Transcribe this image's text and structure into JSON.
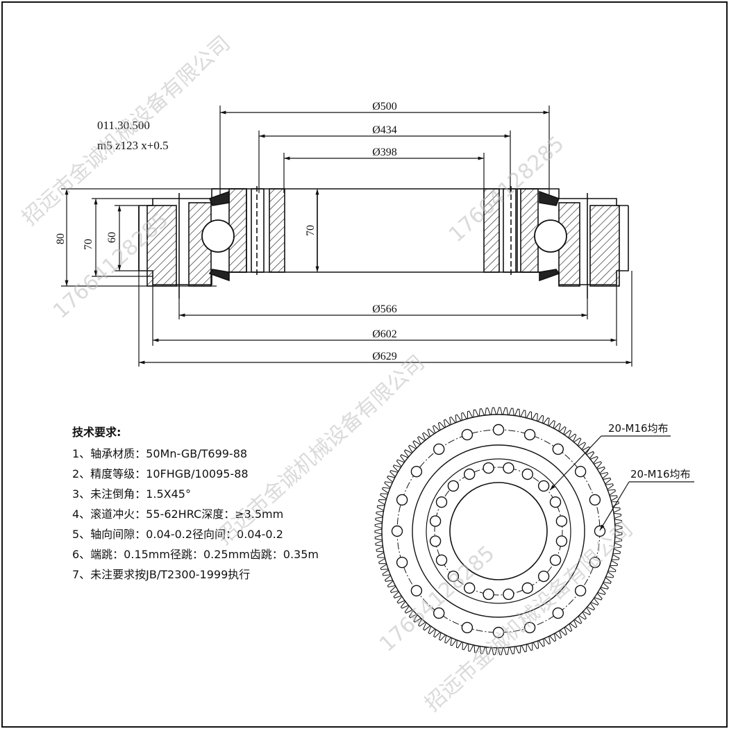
{
  "spec": {
    "model": "011.30.500",
    "gear": "m5  z123  x+0.5"
  },
  "dimensions": {
    "d500": "Ø500",
    "d434": "Ø434",
    "d398": "Ø398",
    "d566": "Ø566",
    "d602": "Ø602",
    "d629": "Ø629",
    "h80": "80",
    "h70_left": "70",
    "h60": "60",
    "h70_center": "70"
  },
  "callouts": {
    "outer_holes": "20-M16均布",
    "inner_holes": "20-M16均布"
  },
  "tech": {
    "title": "技术要求:",
    "items": [
      "1、轴承材质：50Mn-GB/T699-88",
      "2、精度等级：10FHGB/10095-88",
      "3、未注倒角：1.5X45°",
      "4、滚道冲火：55-62HRC深度：≥3.5mm",
      "5、轴向间隙：0.04-0.2径向间：0.04-0.2",
      "6、端跳：0.15mm径跳：0.25mm齿跳：0.35m",
      "7、未注要求按JB/T2300-1999执行"
    ]
  },
  "watermark": {
    "company": "招远市金诚机械设备有限公司",
    "phone": "17664128285"
  }
}
